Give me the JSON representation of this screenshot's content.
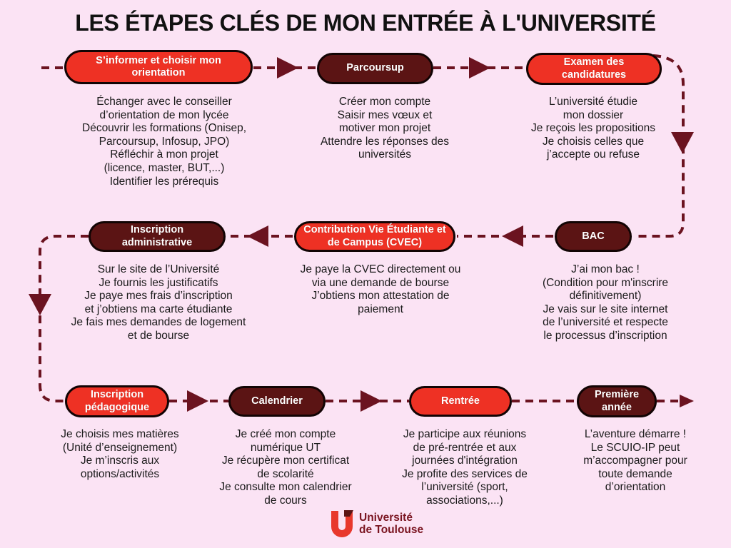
{
  "page": {
    "title": "LES ÉTAPES CLÉS DE MON ENTRÉE À L'UNIVERSITÉ",
    "background_color": "#FBE3F4",
    "accent_red": "#EE3124",
    "accent_dark": "#5B1414",
    "text_color": "#1A1A1A"
  },
  "steps": [
    {
      "id": "s-informer",
      "label": "S’informer et choisir mon orientation",
      "style": "red",
      "description": "Échanger avec le conseiller\nd’orientation de mon lycée\nDécouvrir les formations (Onisep,\nParcoursup, Infosup, JPO)\nRéfléchir à mon projet\n(licence, master, BUT,...)\nIdentifier les prérequis"
    },
    {
      "id": "parcoursup",
      "label": "Parcoursup",
      "style": "dark",
      "description": "Créer mon compte\nSaisir mes vœux et\nmotiver mon projet\nAttendre les réponses des\nuniversités"
    },
    {
      "id": "examen-candidatures",
      "label": "Examen des candidatures",
      "style": "red",
      "description": "L’université étudie\nmon dossier\nJe reçois les propositions\nJe choisis celles que\nj’accepte ou refuse"
    },
    {
      "id": "bac",
      "label": "BAC",
      "style": "dark",
      "description": "J’ai mon bac !\n(Condition pour m'inscrire\ndéfinitivement)\nJe vais sur le site internet\nde l’université et respecte\nle processus d’inscription"
    },
    {
      "id": "cvec",
      "label": "Contribution Vie Étudiante et de Campus (CVEC)",
      "style": "red",
      "description": "Je paye la CVEC directement ou\nvia une demande de bourse\nJ’obtiens mon attestation de\npaiement"
    },
    {
      "id": "inscription-administrative",
      "label": "Inscription administrative",
      "style": "dark",
      "description": "Sur le site de l’Université\nJe fournis les justificatifs\nJe paye mes frais d’inscription\net j’obtiens ma carte étudiante\nJe fais mes demandes de logement\net de bourse"
    },
    {
      "id": "inscription-pedagogique",
      "label": "Inscription pédagogique",
      "style": "red",
      "description": "Je choisis mes matières\n(Unité d’enseignement)\nJe m’inscris aux\noptions/activités"
    },
    {
      "id": "calendrier",
      "label": "Calendrier",
      "style": "dark",
      "description": "Je créé mon compte\nnumérique UT\nJe récupère mon certificat\nde scolarité\nJe consulte mon calendrier\nde cours"
    },
    {
      "id": "rentree",
      "label": "Rentrée",
      "style": "red",
      "description": "Je participe aux réunions\nde pré-rentrée et aux\njournées d'intégration\nJe profite des services de\nl’université (sport,\nassociations,...)"
    },
    {
      "id": "premiere-annee",
      "label": "Première année",
      "style": "dark",
      "description": "L’aventure démarre !\nLe SCUIO-IP peut\nm’accompagner pour\ntoute demande\nd’orientation"
    }
  ],
  "footer": {
    "logo_name": "Université\nde Toulouse",
    "logo_color": "#7A1420",
    "logo_mark_color": "#E8382C"
  }
}
